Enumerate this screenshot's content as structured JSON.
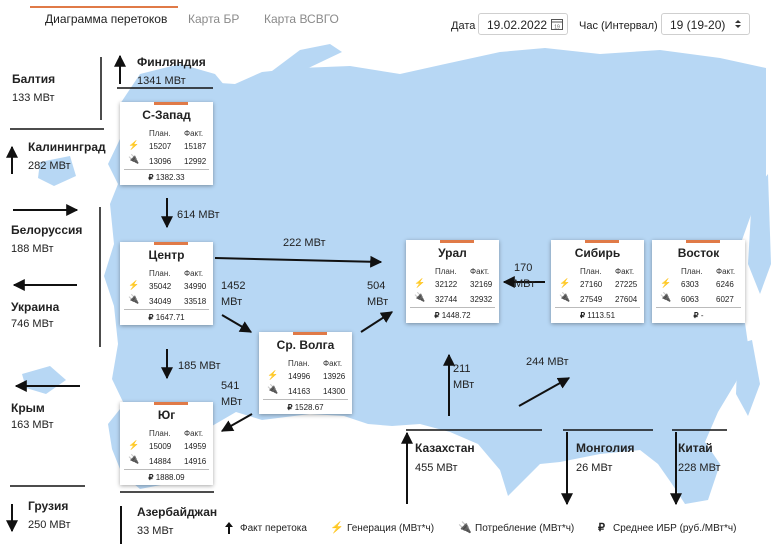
{
  "tabs": [
    {
      "label": "Диаграмма перетоков",
      "active": true
    },
    {
      "label": "Карта БР",
      "active": false
    },
    {
      "label": "Карта ВСВГО",
      "active": false
    }
  ],
  "date": {
    "label": "Дата",
    "value": "19.02.2022",
    "calendar_day": "19"
  },
  "hour": {
    "label": "Час (Интервал)",
    "value": "19 (19-20)"
  },
  "node_headers": {
    "plan": "План.",
    "fact": "Факт."
  },
  "nodes": {
    "szapad": {
      "name": "С-Запад",
      "gen_plan": "15207",
      "gen_fact": "15187",
      "cons_plan": "13096",
      "cons_fact": "12992",
      "ibr": "1382.33"
    },
    "centr": {
      "name": "Центр",
      "gen_plan": "35042",
      "gen_fact": "34990",
      "cons_plan": "34049",
      "cons_fact": "33518",
      "ibr": "1647.71"
    },
    "volga": {
      "name": "Ср. Волга",
      "gen_plan": "14996",
      "gen_fact": "13926",
      "cons_plan": "14163",
      "cons_fact": "14300",
      "ibr": "1528.67"
    },
    "yug": {
      "name": "Юг",
      "gen_plan": "15009",
      "gen_fact": "14959",
      "cons_plan": "14884",
      "cons_fact": "14916",
      "ibr": "1888.09"
    },
    "ural": {
      "name": "Урал",
      "gen_plan": "32122",
      "gen_fact": "32169",
      "cons_plan": "32744",
      "cons_fact": "32932",
      "ibr": "1448.72"
    },
    "sibir": {
      "name": "Сибирь",
      "gen_plan": "27160",
      "gen_fact": "27225",
      "cons_plan": "27549",
      "cons_fact": "27604",
      "ibr": "1113.51"
    },
    "vostok": {
      "name": "Восток",
      "gen_plan": "6303",
      "gen_fact": "6246",
      "cons_plan": "6063",
      "cons_fact": "6027",
      "ibr": "-"
    }
  },
  "external": {
    "baltia": {
      "name": "Балтия",
      "value": "133 МВт"
    },
    "finland": {
      "name": "Финляндия",
      "value": "1341 МВт"
    },
    "kaliningrad": {
      "name": "Калининград",
      "value": "282 МВт"
    },
    "belarus": {
      "name": "Белоруссия",
      "value": "188 МВт"
    },
    "ukraine": {
      "name": "Украина",
      "value": "746 МВт"
    },
    "krym": {
      "name": "Крым",
      "value": "163 МВт"
    },
    "georgia": {
      "name": "Грузия",
      "value": "250 МВт"
    },
    "azerbaijan": {
      "name": "Азербайджан",
      "value": "33 МВт"
    },
    "kazakhstan": {
      "name": "Казахстан",
      "value": "455 МВт"
    },
    "mongolia": {
      "name": "Монголия",
      "value": "26 МВт"
    },
    "china": {
      "name": "Китай",
      "value": "228 МВт"
    }
  },
  "flows": {
    "szapad_centr": "614 МВт",
    "centr_ural": "222 МВт",
    "centr_volga": "1452 МВт",
    "volga_ural": "504 МВт",
    "sibir_ural": "170 МВт",
    "centr_yug": "185 МВт",
    "volga_yug": "541 МВт",
    "kazakh_ural": "211 МВт",
    "kazakh_sibir": "244 МВт"
  },
  "legend": {
    "flow": "Факт перетока",
    "generation": "Генерация (МВт*ч)",
    "consumption": "Потребление (МВт*ч)",
    "ibr": "Среднее ИБР (руб./МВт*ч)"
  },
  "icons": {
    "generation": "lightning-icon",
    "consumption": "plug-icon",
    "ibr": "ruble-icon"
  },
  "colors": {
    "accent": "#e07a47",
    "map": "#b7d7f4",
    "arrow": "#111111"
  }
}
